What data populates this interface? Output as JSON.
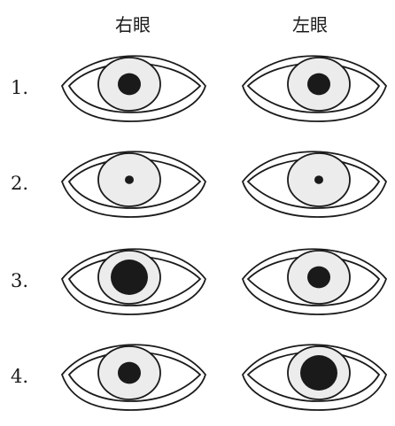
{
  "headers": {
    "right_eye": "右眼",
    "left_eye": "左眼"
  },
  "rows": [
    {
      "label": "1.",
      "right_pupil": "normal",
      "left_pupil": "normal"
    },
    {
      "label": "2.",
      "right_pupil": "small",
      "left_pupil": "small"
    },
    {
      "label": "3.",
      "right_pupil": "large",
      "left_pupil": "normal"
    },
    {
      "label": "4.",
      "right_pupil": "normal",
      "left_pupil": "large"
    }
  ],
  "colors": {
    "line": "#1a1a1a",
    "iris": "#ececec",
    "pupil": "#1a1a1a"
  }
}
